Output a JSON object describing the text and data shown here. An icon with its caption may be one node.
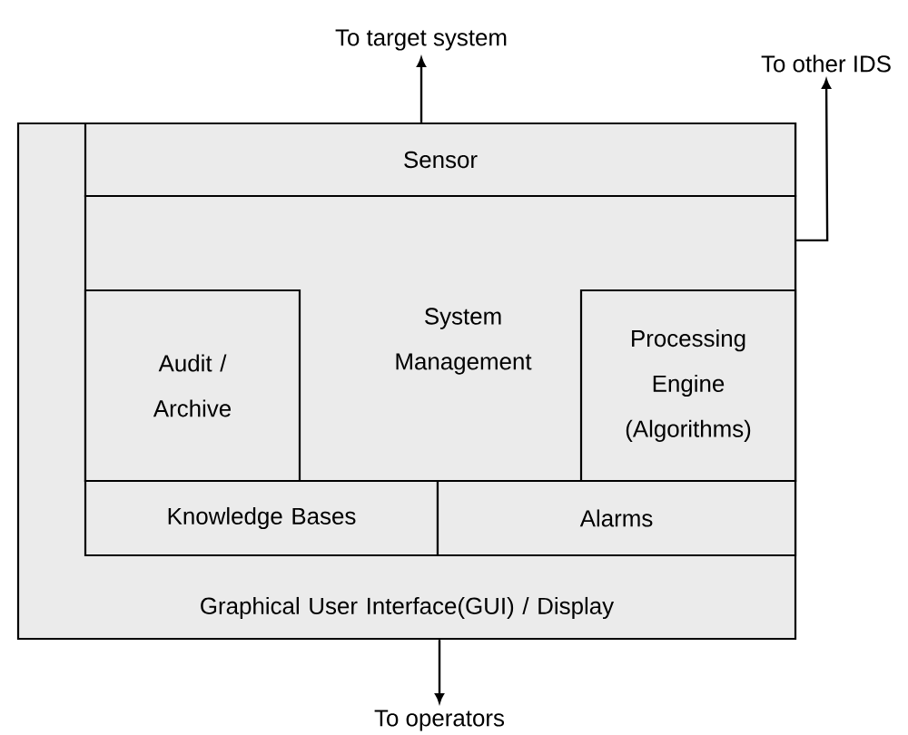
{
  "diagram": {
    "nodes": [
      {
        "text": [
          "Graphical User Interface(GUI) / Display"
        ]
      },
      {
        "text": [
          "Sensor"
        ],
        "in": 0
      },
      {
        "text": [
          "System Management"
        ],
        "in": 0
      },
      {
        "text": [
          "Audit / Archive"
        ],
        "in": 2
      },
      {
        "text": [
          "Processing Engine (Algorithms)"
        ],
        "in": 2
      },
      {
        "text": [
          "Knowledge Bases"
        ],
        "in": 0
      },
      {
        "text": [
          "Alarms"
        ],
        "in": 0
      },
      {
        "text": [
          "To target system"
        ]
      },
      {
        "text": [
          "To other IDS"
        ]
      },
      {
        "text": [
          "To operators"
        ]
      }
    ],
    "edges": [
      {
        "from": 1,
        "to": 7,
        "arrow": "to"
      },
      {
        "from": 2,
        "to": 8,
        "arrow": "to"
      },
      {
        "from": 0,
        "to": 9,
        "arrow": "to"
      }
    ]
  }
}
